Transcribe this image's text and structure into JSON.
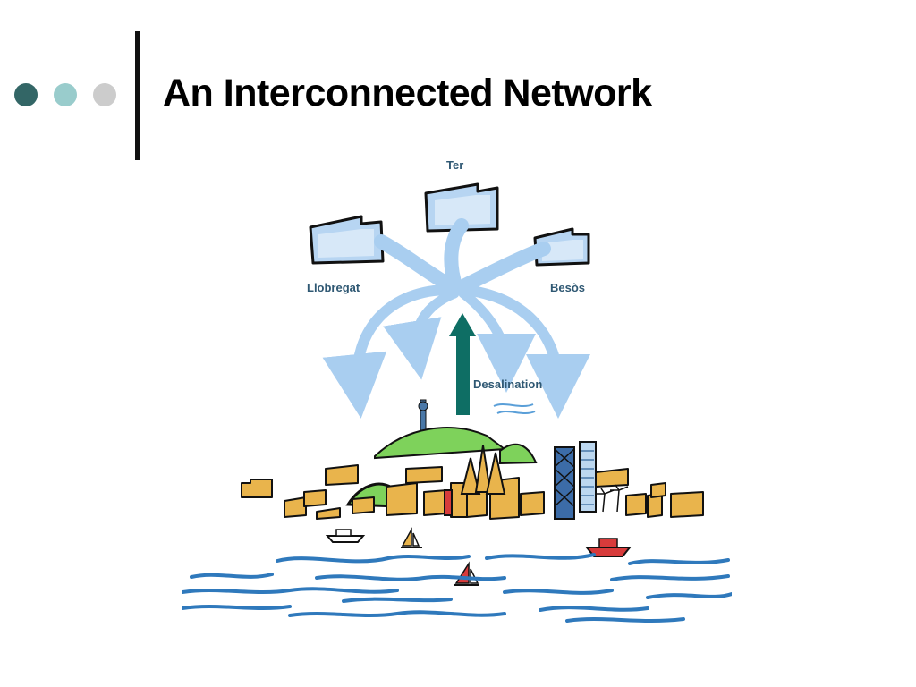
{
  "slide": {
    "title": "An Interconnected Network"
  },
  "colors": {
    "dot_1": "#336666",
    "dot_2": "#99cccc",
    "dot_3": "#cccccc",
    "arrow_blue": "#a9cef0",
    "desal_arrow": "#0e6e64",
    "label_text": "#2f5873",
    "water": "#2f79bc",
    "hill": "#7ed25b",
    "buildings": "#e9b44c"
  },
  "diagram": {
    "sources": [
      {
        "label": "Ter",
        "icon": "reservoir-icon"
      },
      {
        "label": "Llobregat",
        "icon": "reservoir-icon"
      },
      {
        "label": "Besòs",
        "icon": "reservoir-icon"
      }
    ],
    "desalination_label": "Desalination"
  }
}
